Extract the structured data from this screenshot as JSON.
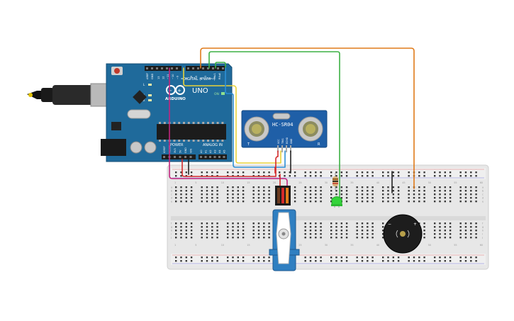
{
  "board": {
    "brand": "ARDUINO",
    "model": "UNO",
    "digital_header_label": "DIGITAL (PWM~)",
    "power_label": "POWER",
    "analog_label": "ANALOG IN",
    "on_label": "ON",
    "tx_label": "TX",
    "rx_label": "RX",
    "l_label": "L",
    "aref_label": "AREF",
    "gnd_label": "GND",
    "ioref_label": "IOREF",
    "reset_label": "RESET",
    "v33_label": "3V3",
    "v5_label": "5V",
    "vin_label": "VIN",
    "pin_labels_digital": [
      "13",
      "12",
      "~11",
      "~10",
      "~9",
      "8",
      "7",
      "~6",
      "~5",
      "4",
      "~3",
      "2",
      "TX▸1",
      "RX◂0"
    ],
    "pin_labels_analog": [
      "A0",
      "A1",
      "A2",
      "A3",
      "A4",
      "A5"
    ]
  },
  "sensor": {
    "model_label": "HC-SR04",
    "t_label": "T",
    "r_label": "R",
    "pins": [
      "VCC",
      "TRIG",
      "ECHO",
      "GND"
    ]
  },
  "breadboard": {
    "row_letters_top": [
      "a",
      "b",
      "c",
      "d",
      "e"
    ],
    "row_letters_bottom": [
      "f",
      "g",
      "h",
      "i",
      "j"
    ],
    "column_numbers": [
      "1",
      "5",
      "10",
      "15",
      "20",
      "25",
      "30",
      "35",
      "40",
      "45",
      "50",
      "55",
      "60"
    ]
  },
  "colors": {
    "board": "#1f6a9b",
    "breadboard": "#e9e9e9",
    "wire_orange": "#e07b1a",
    "wire_green": "#3cb043",
    "wire_yellow": "#e8d23a",
    "wire_blue": "#2d8fd5",
    "wire_magenta": "#c2257f",
    "wire_red": "#d42a2a",
    "wire_black": "#222222",
    "servo": "#2f7fc1",
    "led": "#33d43a",
    "buzzer": "#1d1d1d"
  },
  "icons": {
    "usb_cable": "usb-cable-icon",
    "servo": "servo-motor-icon",
    "buzzer": "piezo-buzzer-icon",
    "led": "led-icon",
    "resistor": "resistor-icon"
  }
}
